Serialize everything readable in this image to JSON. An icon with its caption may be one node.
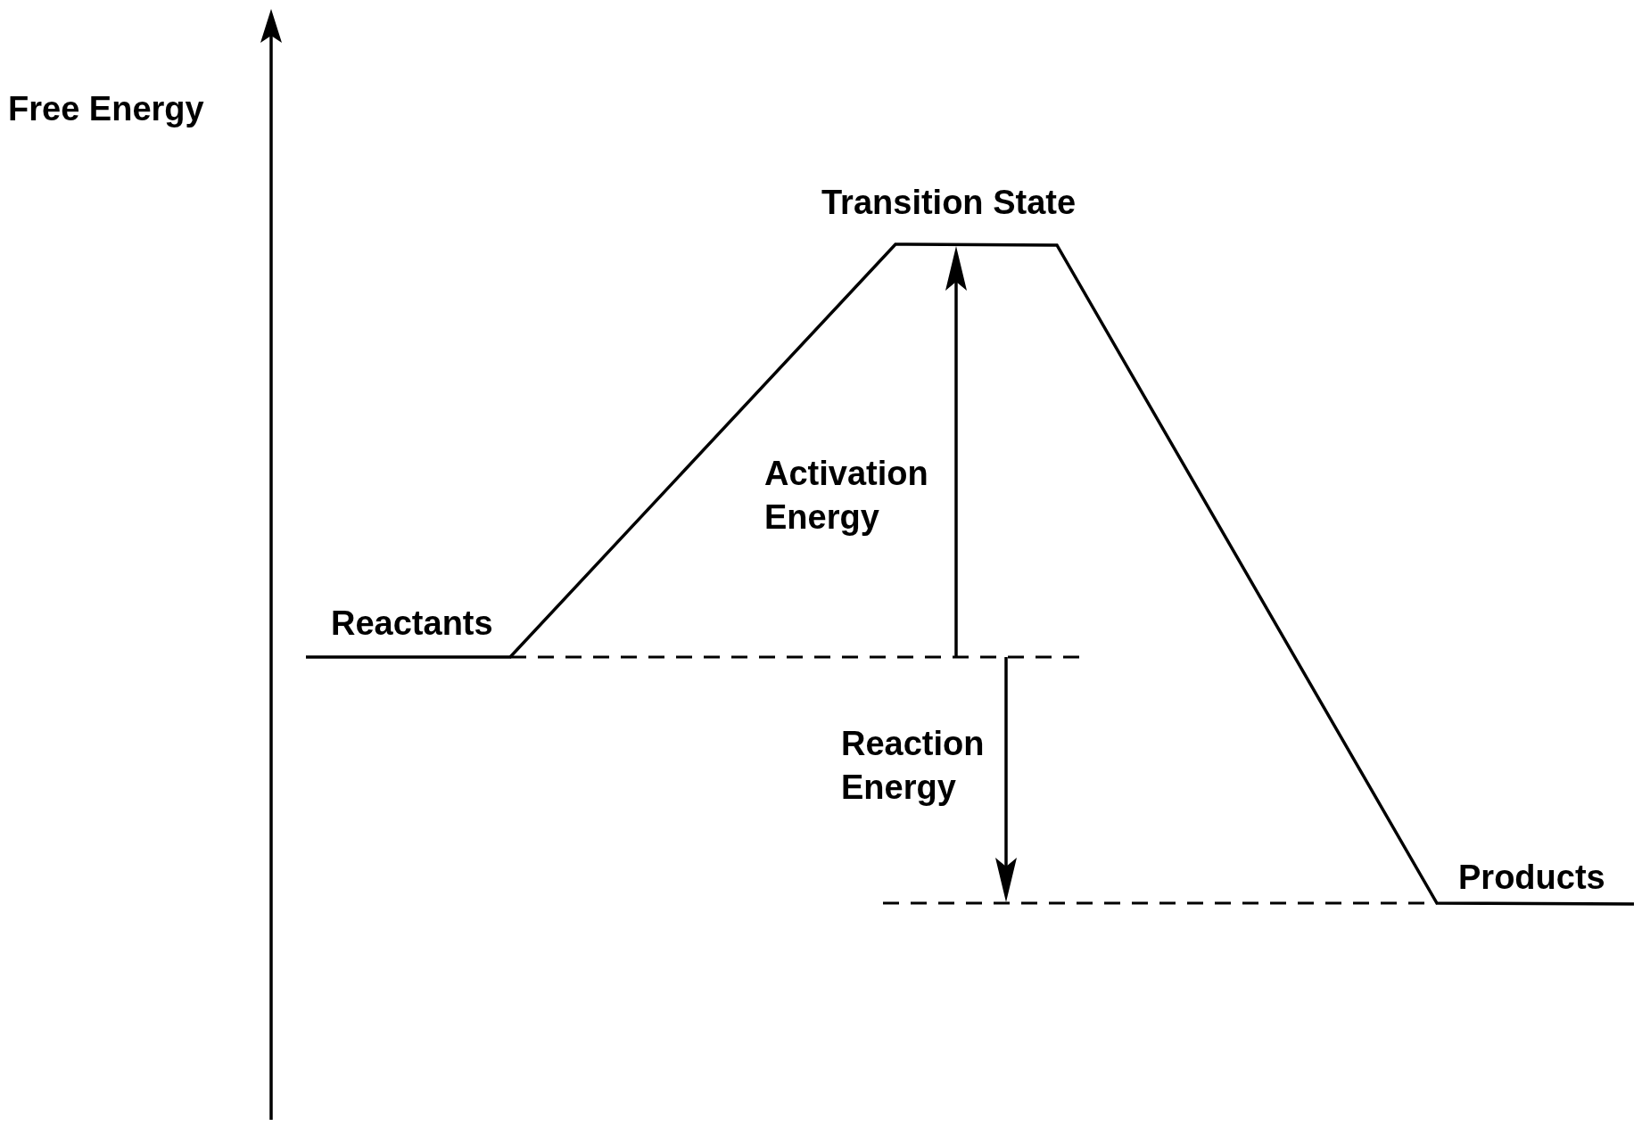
{
  "diagram": {
    "labels": [
      "Free Energy",
      "Transition State",
      "Activation Energy",
      "Reactants",
      "Reaction Energy",
      "Products"
    ]
  }
}
